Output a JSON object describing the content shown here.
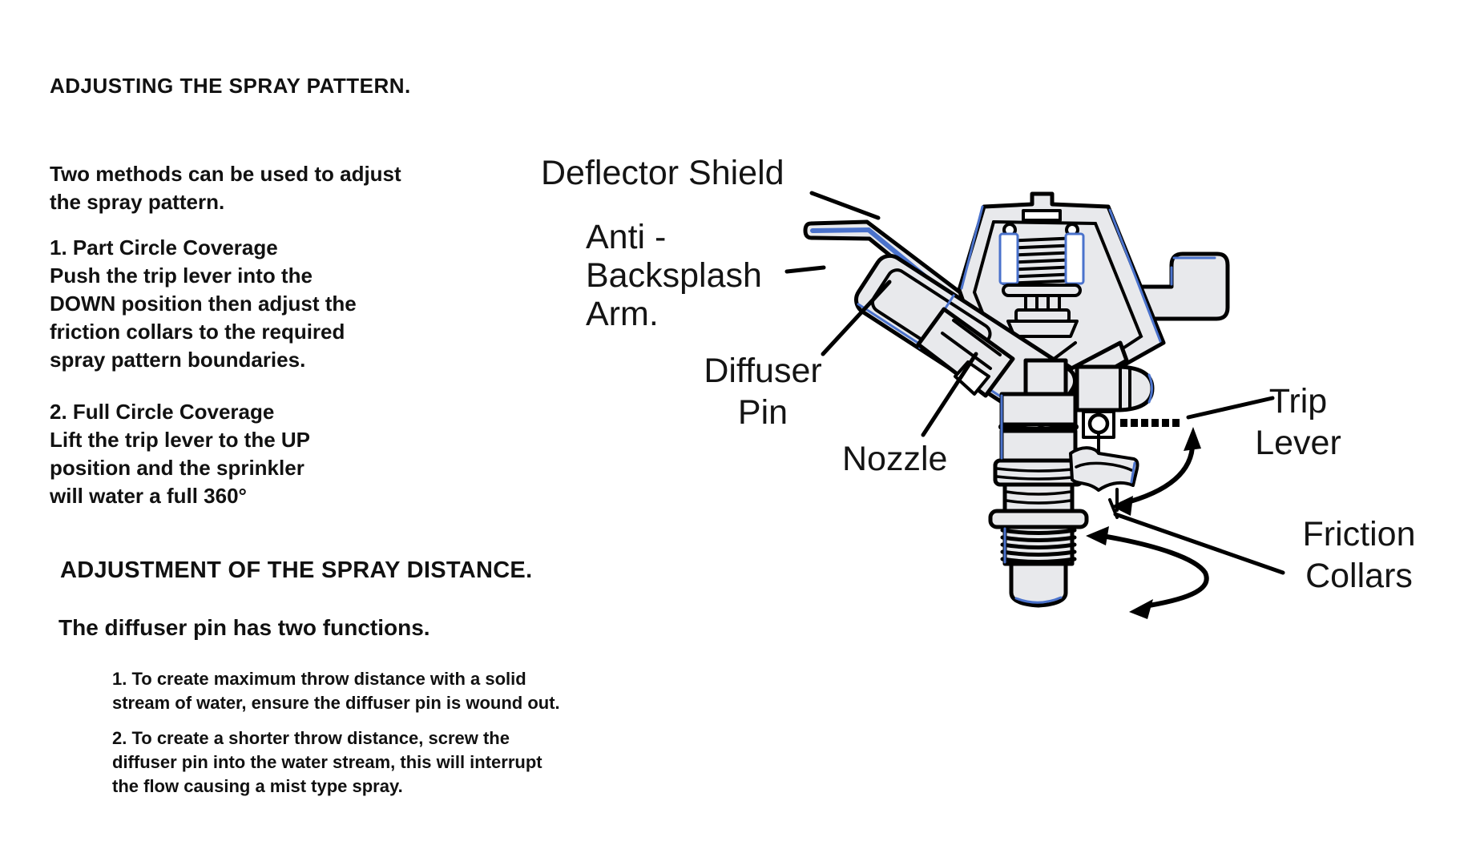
{
  "colors": {
    "ink": "#111111",
    "part-fill": "#e8e9ec",
    "accent-blue": "#4a72cc",
    "paper": "#ffffff"
  },
  "sections": {
    "spray_pattern": {
      "heading": "ADJUSTING THE SPRAY PATTERN.",
      "intro": "Two methods can be used to adjust\nthe spray pattern.",
      "method_1": "1. Part Circle Coverage\nPush the trip lever into the\nDOWN position then adjust the\nfriction collars to the required\nspray pattern boundaries.",
      "method_2": "2. Full Circle Coverage\nLift the trip lever to the UP\nposition and the sprinkler\nwill water a full 360°"
    },
    "spray_distance": {
      "heading": "ADJUSTMENT OF THE SPRAY DISTANCE.",
      "subheading": "The diffuser pin has two functions.",
      "function_1": "1. To create maximum throw distance with a solid\nstream of water, ensure the diffuser pin is wound out.",
      "function_2": "2. To create a shorter throw distance, screw the\ndiffuser pin into the water stream, this will interrupt\nthe flow causing a mist type spray."
    }
  },
  "diagram": {
    "labels": {
      "deflector_shield": "Deflector Shield",
      "anti_backsplash_arm": "Anti -\nBacksplash\nArm.",
      "diffuser_pin": "Diffuser\nPin",
      "nozzle": "Nozzle",
      "trip_lever": "Trip\nLever",
      "friction_collars": "Friction\nCollars"
    }
  }
}
